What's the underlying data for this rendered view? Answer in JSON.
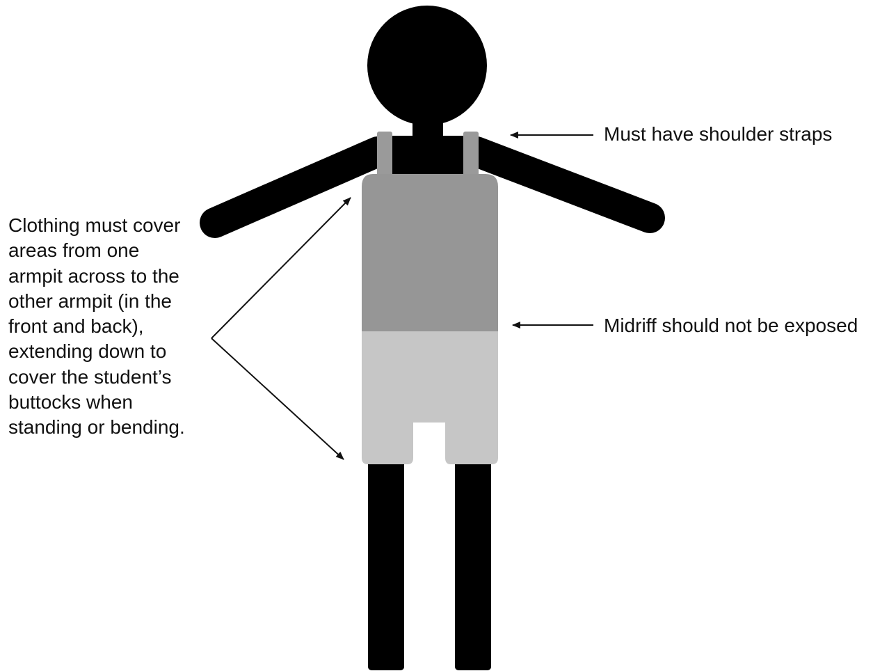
{
  "colors": {
    "body": "#000000",
    "top_garment": "#969696",
    "bottom_garment": "#c6c6c6",
    "straps": "#9a9a9a",
    "text": "#111111"
  },
  "annotations": {
    "shoulder_straps": "Must have shoulder straps",
    "midriff": "Midriff should not be exposed",
    "coverage_lines": [
      "Clothing must cover",
      "areas from one",
      "armpit across to the",
      "other armpit (in the",
      "front and back),",
      "extending down to",
      "cover the student’s",
      "buttocks when",
      "standing or bending."
    ]
  }
}
